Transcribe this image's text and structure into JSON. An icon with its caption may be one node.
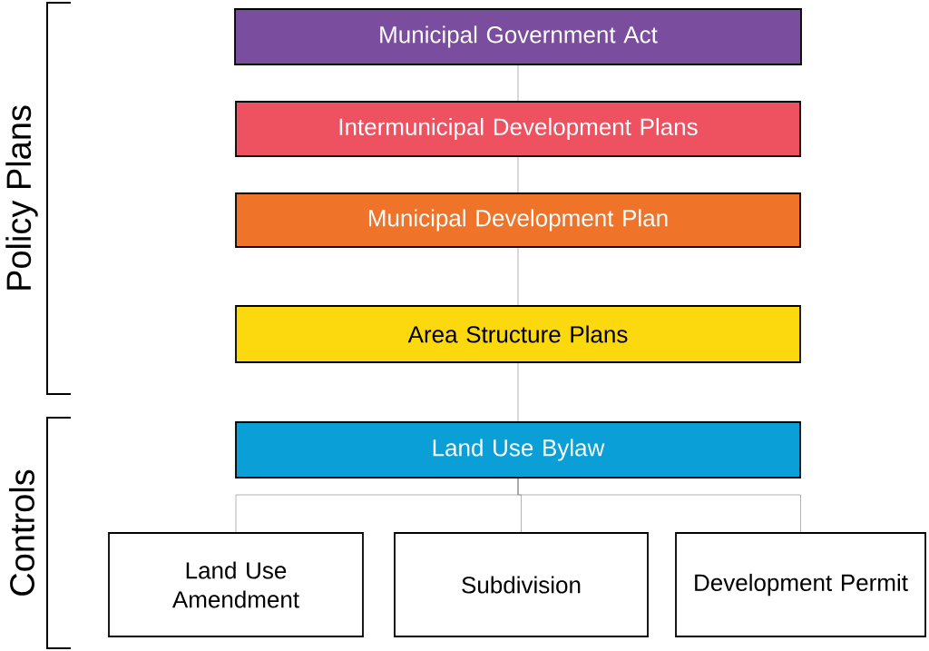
{
  "diagram": {
    "nodes": [
      {
        "text": [
          "Municipal Government Act"
        ]
      },
      {
        "text": [
          "Intermunicipal Development Plans"
        ]
      },
      {
        "text": [
          "Municipal Development Plan"
        ]
      },
      {
        "text": [
          "Area Structure Plans"
        ]
      },
      {
        "text": [
          "Land Use Bylaw"
        ]
      },
      {
        "text": [
          "Land Use Amendment"
        ]
      },
      {
        "text": [
          "Subdivision"
        ]
      },
      {
        "text": [
          "Development Permit"
        ]
      }
    ],
    "edges": [
      {
        "from": 0,
        "to": 1,
        "arrow": "none"
      },
      {
        "from": 1,
        "to": 2,
        "arrow": "none"
      },
      {
        "from": 2,
        "to": 3,
        "arrow": "none"
      },
      {
        "from": 3,
        "to": 4,
        "arrow": "none"
      },
      {
        "from": 4,
        "to": 5,
        "arrow": "none"
      },
      {
        "from": 4,
        "to": 6,
        "arrow": "none"
      },
      {
        "from": 4,
        "to": 7,
        "arrow": "none"
      }
    ],
    "labels": [
      "Policy Plans",
      "Controls"
    ]
  }
}
